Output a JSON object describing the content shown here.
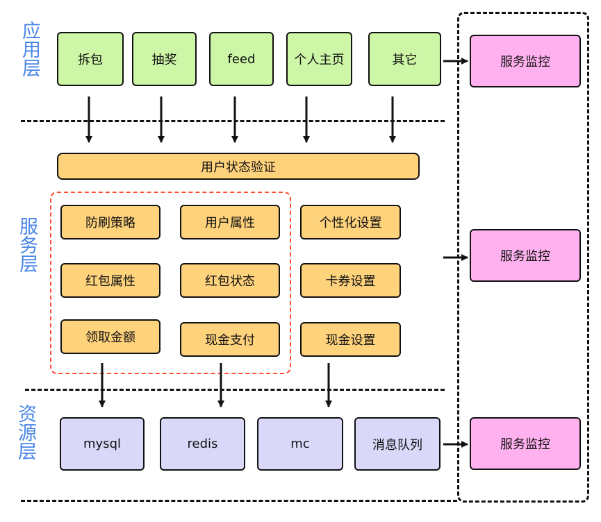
{
  "layers": {
    "app": "应用层",
    "service": "服务层",
    "resource": "资源层"
  },
  "app_modules": [
    "拆包",
    "抽奖",
    "feed",
    "个人主页",
    "其它"
  ],
  "auth_bar": "用户状态验证",
  "service_modules": {
    "row1": [
      "防刷策略",
      "用户属性",
      "个性化设置"
    ],
    "row2": [
      "红包属性",
      "红包状态",
      "卡券设置"
    ],
    "row3": [
      "领取金额",
      "现金支付",
      "现金设置"
    ]
  },
  "resources": [
    "mysql",
    "redis",
    "mc",
    "消息队列"
  ],
  "monitors": [
    "服务监控",
    "服务监控",
    "服务监控"
  ],
  "colors": {
    "app": "#cdf6a6",
    "service": "#ffd27c",
    "resource": "#d9d8f9",
    "monitor": "#ffb1ef",
    "layer_label": "#4a86e8",
    "red_group": "#ff4d36"
  }
}
